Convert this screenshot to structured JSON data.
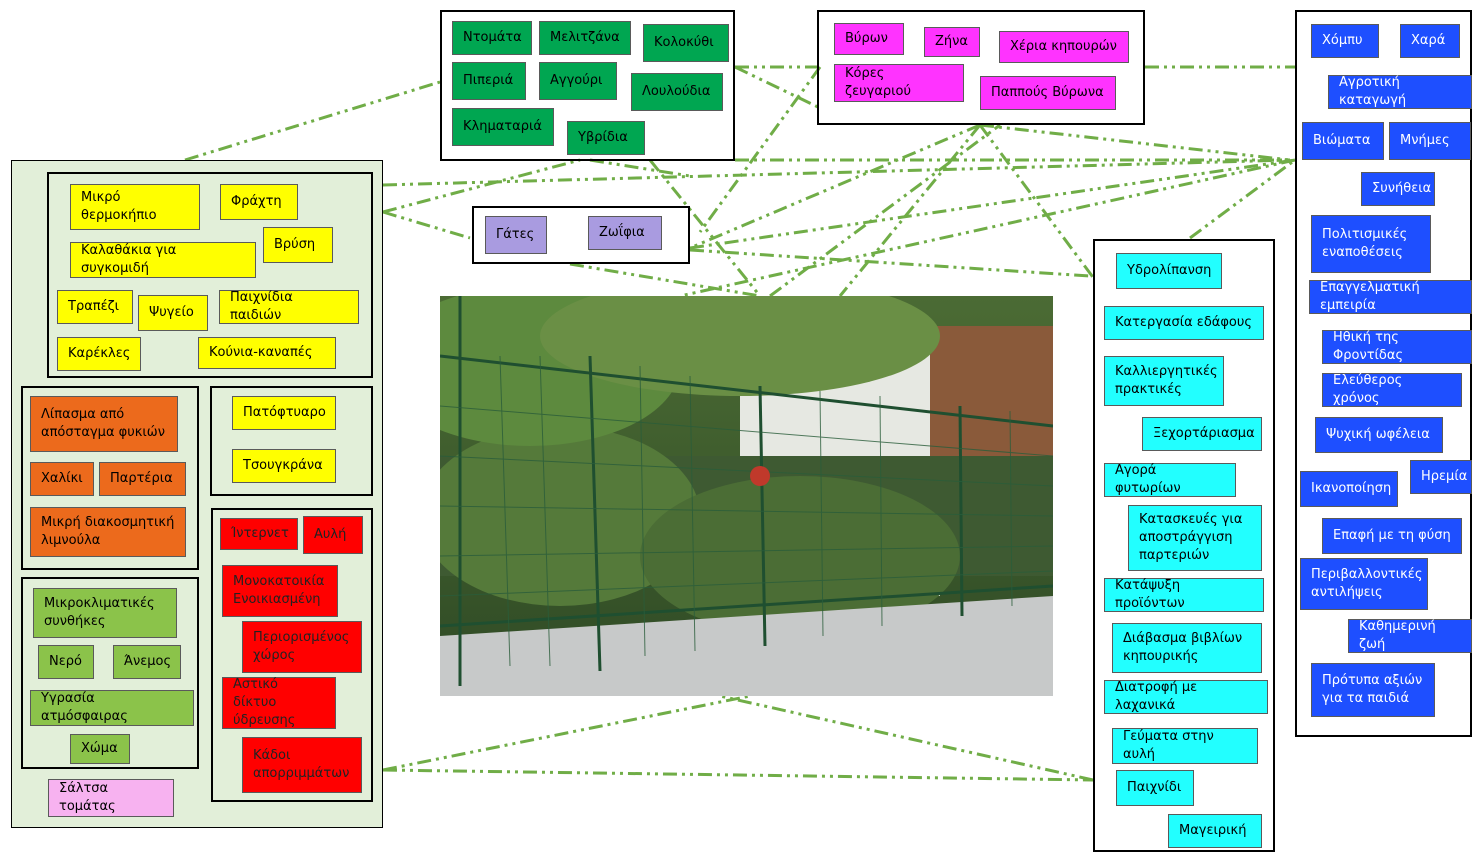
{
  "left_panel": {
    "group_yellow": [
      "Μικρό θερμοκήπιο",
      "Φράχτη",
      "Βρύση",
      "Καλαθάκια για συγκομιδή",
      "Τραπέζι",
      "Ψυγείο",
      "Παιχνίδια παιδιών",
      "Καρέκλες",
      "Κούνια-καναπές"
    ],
    "group_orange": [
      "Λίπασμα από απόσταγμα φυκιών",
      "Χαλίκι",
      "Παρτέρια",
      "Μικρή διακοσμητική λιμνούλα"
    ],
    "group_yellow2": [
      "Πατόφτυαρο",
      "Τσουγκράνα"
    ],
    "group_green": [
      "Μικροκλιματικές συνθήκες",
      "Νερό",
      "Άνεμος",
      "Υγρασία ατμόσφαιρας",
      "Χώμα"
    ],
    "group_red": [
      "Ίντερνετ",
      "Αυλή",
      "Μονοκατοικία Ενοικιασμένη",
      "Περιορισμένος χώρος",
      "Αστικό δίκτυο ύδρευσης",
      "Κάδοι απορριμμάτων"
    ],
    "pink": "Σάλτσα τομάτας"
  },
  "top_green": [
    "Ντομάτα",
    "Μελιτζάνα",
    "Κολοκύθι",
    "Πιπεριά",
    "Αγγούρι",
    "Λουλούδια",
    "Κληματαριά",
    "Υβρίδια"
  ],
  "top_magenta": [
    "Βύρων",
    "Ζήνα",
    "Χέρια κηπουρών",
    "Κόρες ζευγαριού",
    "Παππούς Βύρωνα"
  ],
  "animals": [
    "Γάτες",
    "Ζωΐφια"
  ],
  "practices": [
    "Υδρολίπανση",
    "Κατεργασία εδάφους",
    "Καλλιεργητικές πρακτικές",
    "Ξεχορτάριασμα",
    "Αγορά φυτωρίων",
    "Κατασκευές για αποστράγγιση παρτεριών",
    "Κατάψυξη προϊόντων",
    "Διάβασμα βιβλίων κηπουρικής",
    "Διατροφή με λαχανικά",
    "Γεύματα στην αυλή",
    "Παιχνίδι",
    "Μαγειρική"
  ],
  "meanings": [
    "Χόμπυ",
    "Χαρά",
    "Αγροτική καταγωγή",
    "Βιώματα",
    "Μνήμες",
    "Συνήθεια",
    "Πολιτισμικές εναποθέσεις",
    "Επαγγελματική εμπειρία",
    "Ηθική της Φροντίδας",
    "Ελεύθερος χρόνος",
    "Ψυχική ωφέλεια",
    "Ικανοποίηση",
    "Ηρεμία",
    "Επαφή με τη φύση",
    "Περιβαλλοντικές αντιλήψεις",
    "Καθημερινή ζωή",
    "Πρότυπα αξιών για τα παιδιά"
  ],
  "colors": {
    "panel_bg": "#e2efd9",
    "connector": "#70ad47",
    "yellow": "#ffff00",
    "orange": "#ec6a1c",
    "red": "#ff0000",
    "light_green": "#8bc34a",
    "dark_green": "#00a651",
    "magenta": "#ff33ff",
    "lavender": "#a99be0",
    "cyan": "#22ffff",
    "blue": "#1e4fff",
    "pink": "#f7b2f0"
  },
  "photo": {
    "subject": "garden-fence-photo"
  }
}
